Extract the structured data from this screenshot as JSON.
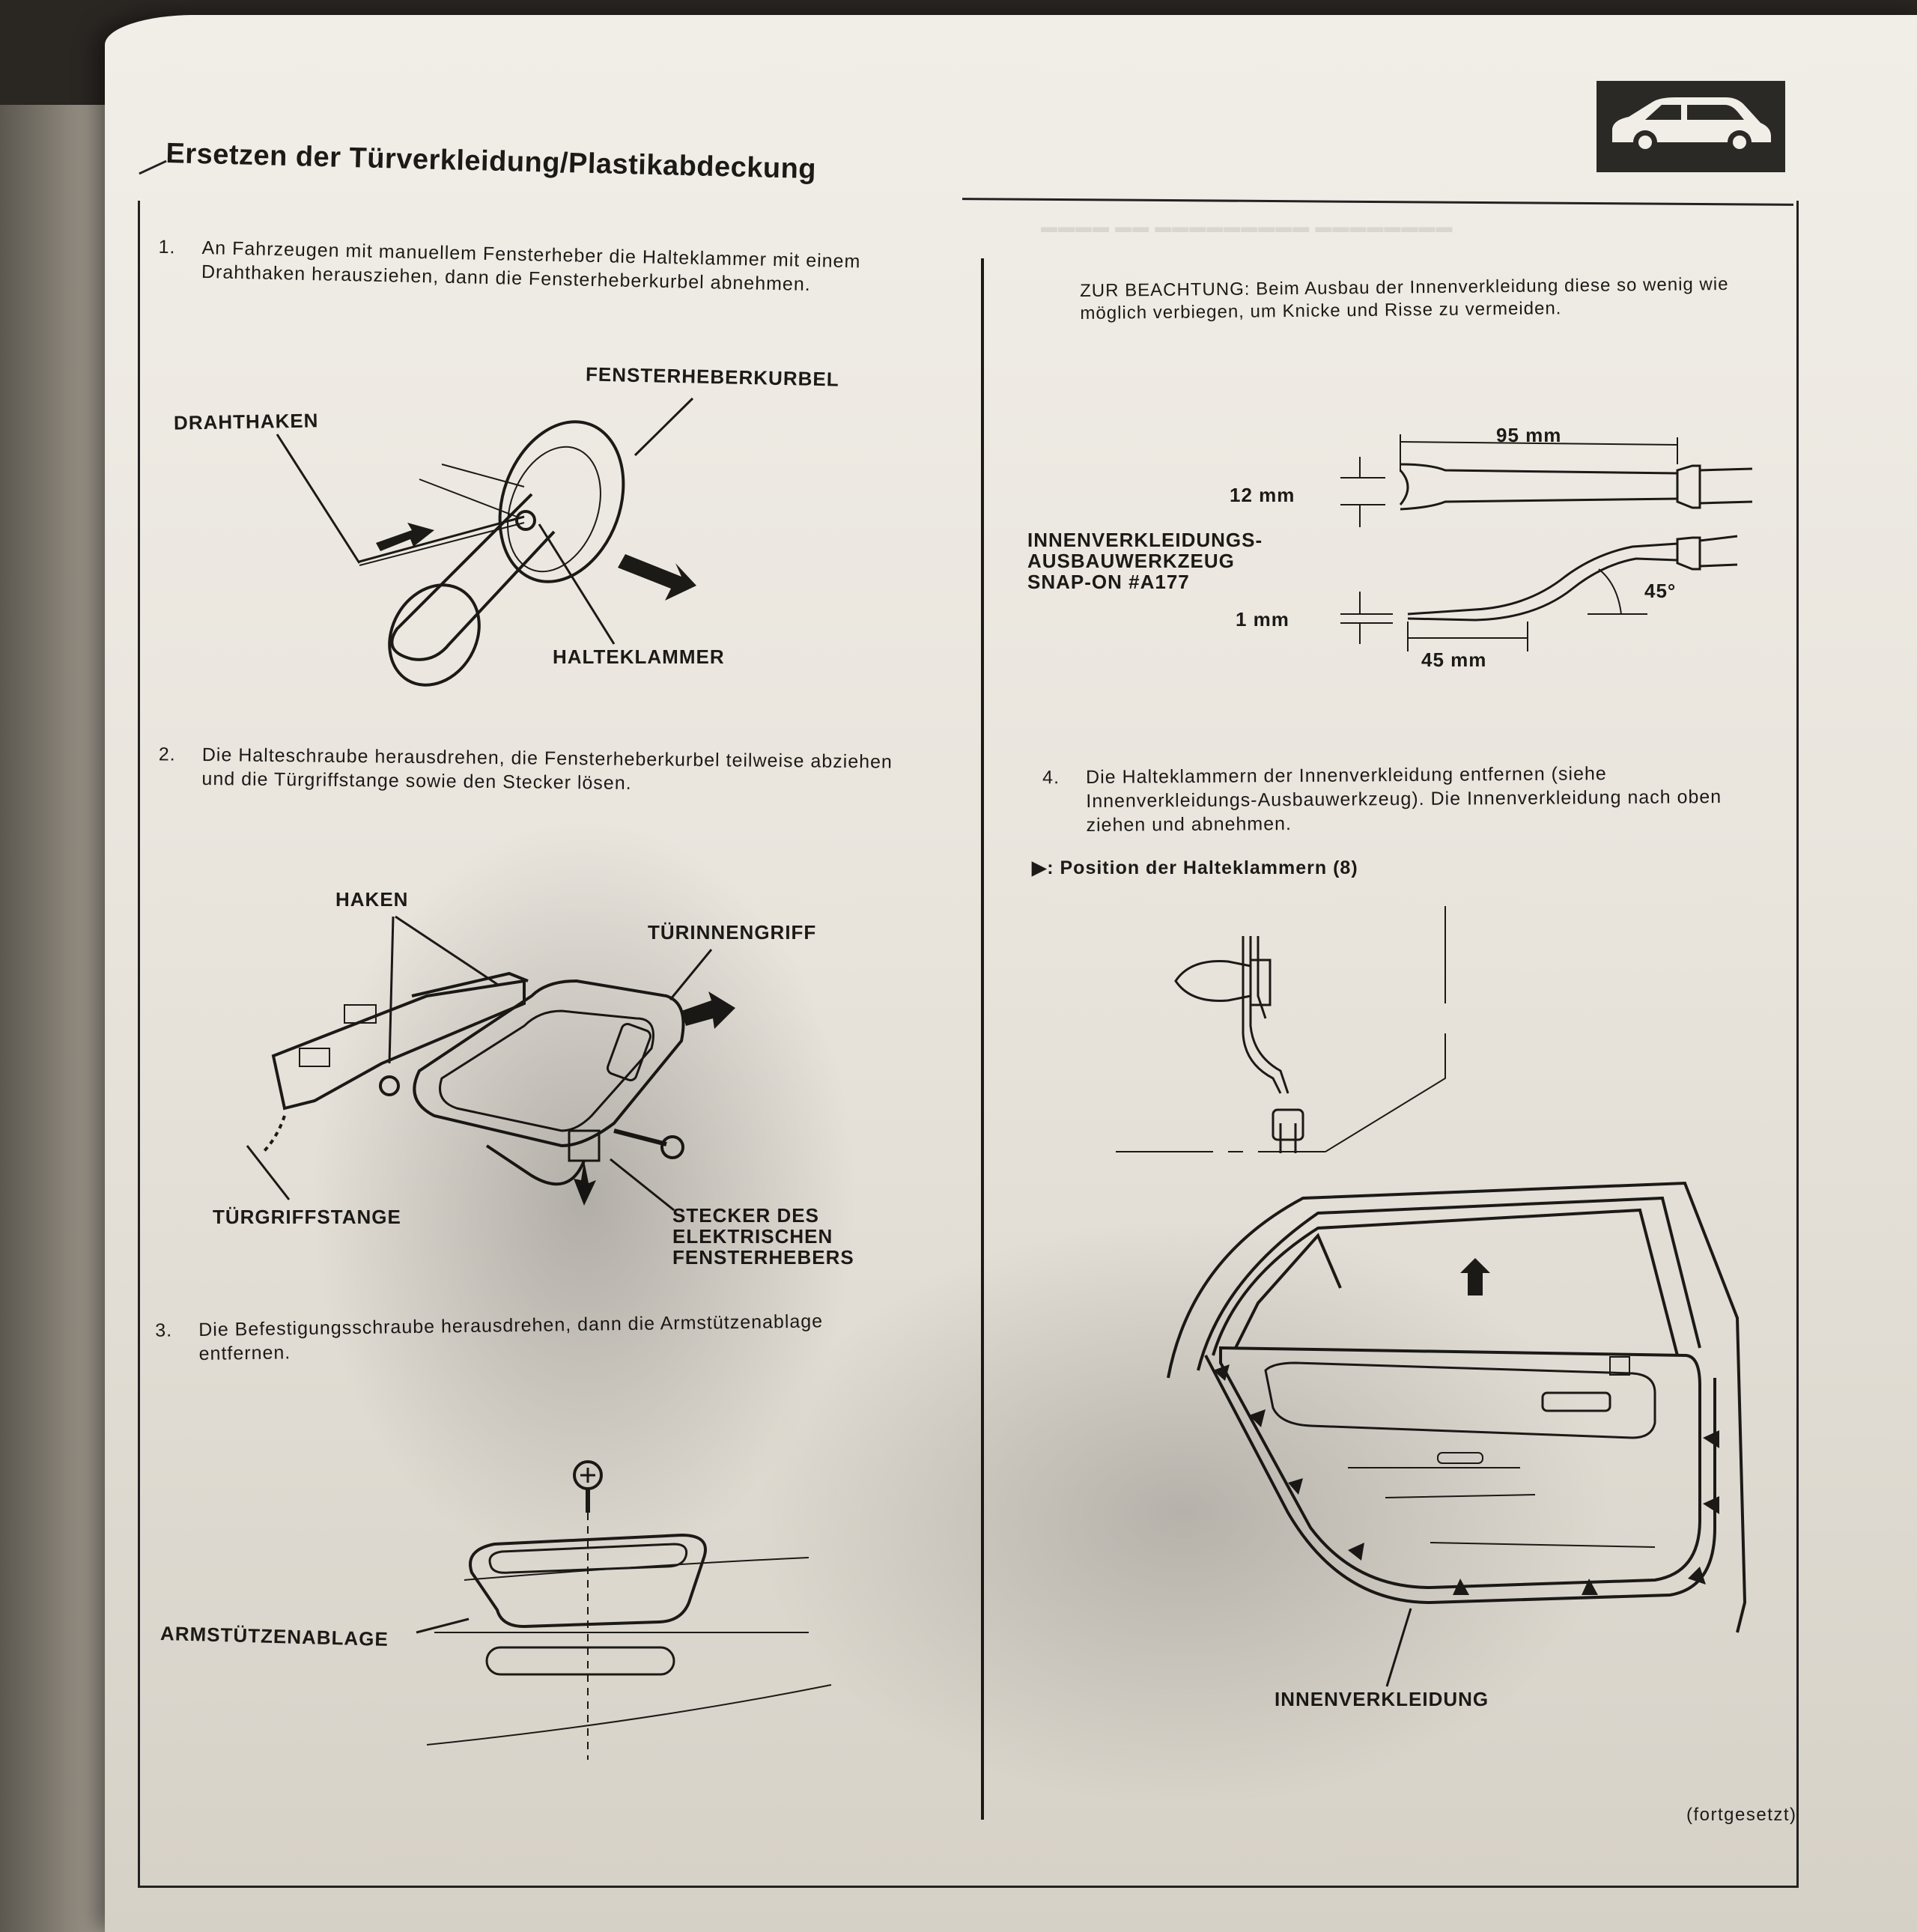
{
  "title": "Ersetzen der Türverkleidung/Plastikabdeckung",
  "steps": {
    "s1": {
      "num": "1.",
      "text": "An Fahrzeugen mit manuellem Fensterheber die Halteklammer mit einem Drahthaken herausziehen, dann die Fensterheberkurbel abnehmen."
    },
    "s2": {
      "num": "2.",
      "text": "Die Halteschraube herausdrehen, die Fensterheberkurbel teilweise abziehen und die Türgriffstange sowie den Stecker lösen."
    },
    "s3": {
      "num": "3.",
      "text": "Die Befestigungsschraube herausdrehen, dann die Armstützenablage entfernen."
    },
    "s4": {
      "num": "4.",
      "text": "Die Halteklammern der Innenverkleidung entfernen (siehe Innenverkleidungs-Ausbauwerkzeug). Die Innenverkleidung nach oben ziehen und abnehmen."
    }
  },
  "note": "ZUR BEACHTUNG: Beim Ausbau der Innenverkleidung diese so wenig wie möglich verbiegen, um Knicke und Risse zu vermeiden.",
  "labels": {
    "fensterheberkurbel": "FENSTERHEBERKURBEL",
    "drahthaken": "DRAHTHAKEN",
    "halteklammer": "HALTEKLAMMER",
    "haken": "HAKEN",
    "tuerinnengriff": "TÜRINNENGRIFF",
    "tuergriffstange": "TÜRGRIFFSTANGE",
    "stecker_1": "STECKER DES",
    "stecker_2": "ELEKTRISCHEN",
    "stecker_3": "FENSTERHEBERS",
    "armstuetzenablage": "ARMSTÜTZENABLAGE",
    "tool_1": "INNENVERKLEIDUNGS-",
    "tool_2": "AUSBAUWERKZEUG",
    "tool_3": "SNAP-ON #A177",
    "dim_95": "95 mm",
    "dim_12": "12 mm",
    "dim_1": "1 mm",
    "dim_45mm": "45 mm",
    "dim_45deg": "45°",
    "position_clips": "▶: Position der Halteklammern (8)",
    "innenverkleidung": "INNENVERKLEIDUNG"
  },
  "footer": "(fortgesetzt)",
  "icons": {
    "section_badge": "car-side-icon"
  }
}
